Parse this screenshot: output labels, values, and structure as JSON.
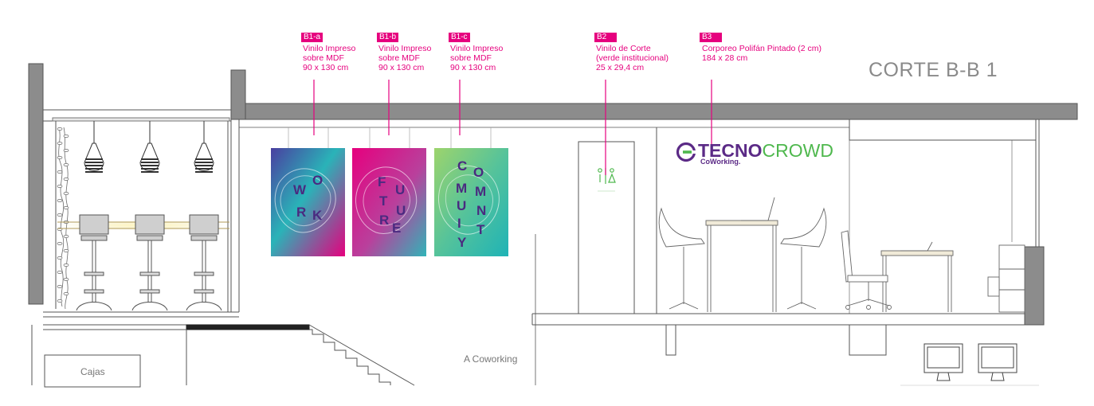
{
  "title": "CORTE B-B 1",
  "annotations": [
    {
      "code": "B1-a",
      "lines": [
        "Vinilo Impreso",
        "sobre MDF",
        "90 x 130 cm"
      ]
    },
    {
      "code": "B1-b",
      "lines": [
        "Vinilo Impreso",
        "sobre MDF",
        "90 x 130 cm"
      ]
    },
    {
      "code": "B1-c",
      "lines": [
        "Vinilo Impreso",
        "sobre MDF",
        "90 x 130 cm"
      ]
    },
    {
      "code": "B2",
      "lines": [
        "Vinilo de Corte",
        "(verde institucional)",
        "25 x 29,4 cm"
      ]
    },
    {
      "code": "B3",
      "lines": [
        "Corporeo Polifán Pintado (2 cm)",
        "184 x 28 cm"
      ]
    }
  ],
  "posters": [
    {
      "words": [
        "WORK"
      ],
      "letters": [
        "W",
        "O",
        "R",
        "K"
      ]
    },
    {
      "words": [
        "FUTURE"
      ],
      "letters": [
        "F",
        "U",
        "T",
        "U",
        "R",
        "E"
      ]
    },
    {
      "words": [
        "COMMUNITY"
      ],
      "letters": [
        "C",
        "O",
        "M",
        "M",
        "U",
        "N",
        "I",
        "T",
        "Y"
      ]
    }
  ],
  "brand": {
    "strong": "TECNO",
    "light": "CROWD",
    "sub": "CoWorking."
  },
  "rooms": {
    "coworking": "A Coworking",
    "cajas": "Cajas"
  },
  "colors": {
    "accent": "#e6007e",
    "brand_purple": "#5b2a86",
    "brand_green": "#4fb84e",
    "line": "#555555",
    "wall": "#8c8c8c"
  }
}
